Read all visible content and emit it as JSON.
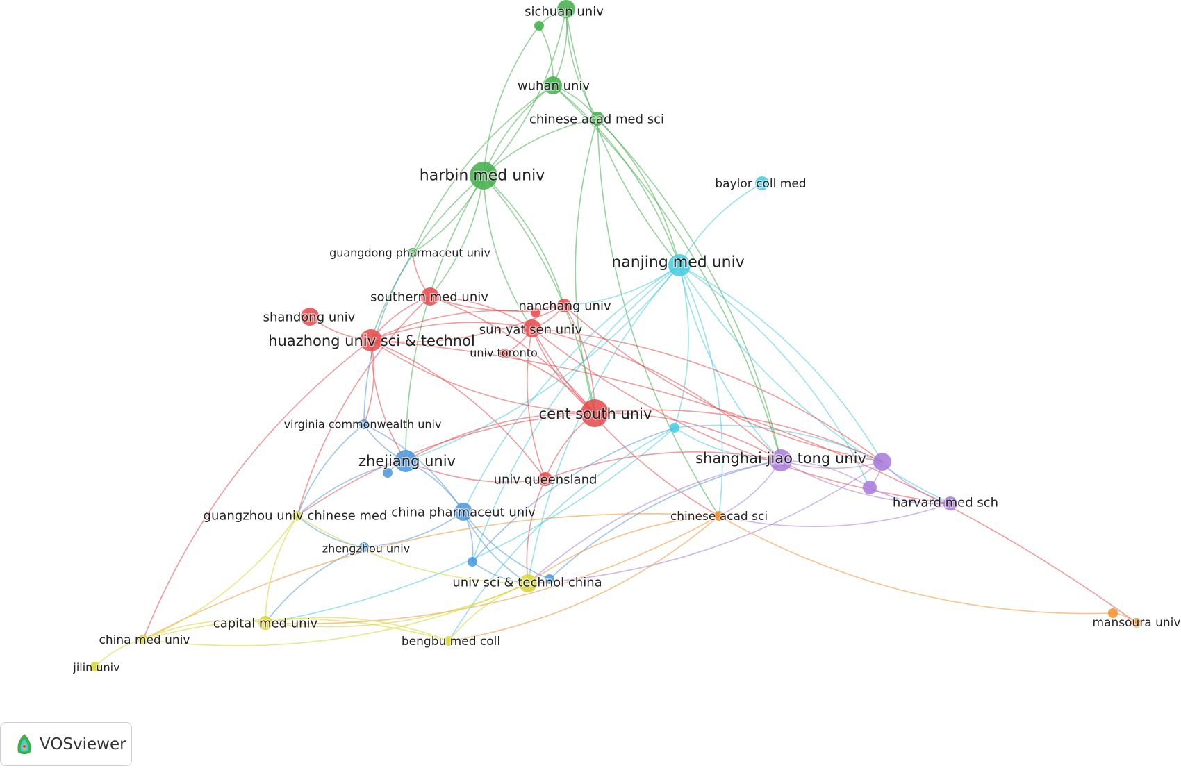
{
  "legend": {
    "logo_text": "VOSviewer"
  },
  "colors": {
    "red": "#e8474a",
    "green": "#3fae48",
    "blue": "#4b96db",
    "cyan": "#46cbe0",
    "purple": "#a779dc",
    "yellow": "#d6d628",
    "orange": "#f28f2c"
  },
  "nodes": [
    {
      "id": "sichuan",
      "label": "sichuan univ",
      "cluster": "green",
      "weight": 2
    },
    {
      "id": "green_small",
      "label": "",
      "cluster": "green",
      "weight": 0
    },
    {
      "id": "wuhan",
      "label": "wuhan univ",
      "cluster": "green",
      "weight": 2
    },
    {
      "id": "chinese_acad_med",
      "label": "chinese acad med sci",
      "cluster": "green",
      "weight": 1
    },
    {
      "id": "harbin",
      "label": "harbin med univ",
      "cluster": "green",
      "weight": 4
    },
    {
      "id": "guangdong_pharm",
      "label": "guangdong pharmaceut univ",
      "cluster": "green",
      "weight": 0
    },
    {
      "id": "baylor",
      "label": "baylor coll med",
      "cluster": "cyan",
      "weight": 1
    },
    {
      "id": "nanjing",
      "label": "nanjing med univ",
      "cluster": "cyan",
      "weight": 3
    },
    {
      "id": "cyan_small",
      "label": "",
      "cluster": "cyan",
      "weight": 0
    },
    {
      "id": "southern_med",
      "label": "southern med univ",
      "cluster": "red",
      "weight": 2
    },
    {
      "id": "shandong",
      "label": "shandong univ",
      "cluster": "red",
      "weight": 2
    },
    {
      "id": "nanchang",
      "label": "nanchang univ",
      "cluster": "red",
      "weight": 1
    },
    {
      "id": "red_small",
      "label": "",
      "cluster": "red",
      "weight": 0
    },
    {
      "id": "sun_yat_sen",
      "label": "sun yat sen univ",
      "cluster": "red",
      "weight": 2
    },
    {
      "id": "huazhong",
      "label": "huazhong univ sci & technol",
      "cluster": "red",
      "weight": 3
    },
    {
      "id": "toronto",
      "label": "univ toronto",
      "cluster": "red",
      "weight": 0
    },
    {
      "id": "cent_south",
      "label": "cent south univ",
      "cluster": "red",
      "weight": 4
    },
    {
      "id": "queensland",
      "label": "univ queensland",
      "cluster": "red",
      "weight": 1
    },
    {
      "id": "virginia",
      "label": "virginia commonwealth univ",
      "cluster": "blue",
      "weight": 0
    },
    {
      "id": "zhejiang",
      "label": "zhejiang univ",
      "cluster": "blue",
      "weight": 3
    },
    {
      "id": "blue_small_a",
      "label": "",
      "cluster": "blue",
      "weight": 0
    },
    {
      "id": "china_pharm",
      "label": "china pharmaceut univ",
      "cluster": "blue",
      "weight": 2
    },
    {
      "id": "zhengzhou",
      "label": "zhengzhou univ",
      "cluster": "blue",
      "weight": 0
    },
    {
      "id": "blue_small_b",
      "label": "",
      "cluster": "blue",
      "weight": 0
    },
    {
      "id": "blue_small_c",
      "label": "",
      "cluster": "blue",
      "weight": 0
    },
    {
      "id": "shanghai",
      "label": "shanghai jiao tong univ",
      "cluster": "purple",
      "weight": 3
    },
    {
      "id": "purple_big",
      "label": "",
      "cluster": "purple",
      "weight": 2
    },
    {
      "id": "purple_small",
      "label": "",
      "cluster": "purple",
      "weight": 1
    },
    {
      "id": "harvard",
      "label": "harvard med sch",
      "cluster": "purple",
      "weight": 1
    },
    {
      "id": "chinese_acad_sci",
      "label": "chinese acad sci",
      "cluster": "orange",
      "weight": 0
    },
    {
      "id": "orange_small",
      "label": "",
      "cluster": "orange",
      "weight": 0
    },
    {
      "id": "mansoura",
      "label": "mansoura univ",
      "cluster": "orange",
      "weight": 0
    },
    {
      "id": "guangzhou_cm",
      "label": "guangzhou univ chinese med",
      "cluster": "yellow",
      "weight": 0
    },
    {
      "id": "ustc",
      "label": "univ sci & technol china",
      "cluster": "yellow",
      "weight": 2
    },
    {
      "id": "capital",
      "label": "capital med univ",
      "cluster": "yellow",
      "weight": 1
    },
    {
      "id": "china_med",
      "label": "china med univ",
      "cluster": "yellow",
      "weight": 0
    },
    {
      "id": "bengbu",
      "label": "bengbu med coll",
      "cluster": "yellow",
      "weight": 0
    },
    {
      "id": "jilin",
      "label": "jilin univ",
      "cluster": "yellow",
      "weight": 0
    }
  ],
  "links": [
    [
      "sichuan",
      "green_small"
    ],
    [
      "sichuan",
      "wuhan"
    ],
    [
      "sichuan",
      "chinese_acad_med"
    ],
    [
      "sichuan",
      "harbin"
    ],
    [
      "sichuan",
      "nanjing"
    ],
    [
      "green_small",
      "wuhan"
    ],
    [
      "green_small",
      "harbin"
    ],
    [
      "wuhan",
      "chinese_acad_med"
    ],
    [
      "wuhan",
      "harbin"
    ],
    [
      "wuhan",
      "nanjing"
    ],
    [
      "wuhan",
      "guangdong_pharm"
    ],
    [
      "wuhan",
      "shanghai"
    ],
    [
      "chinese_acad_med",
      "harbin"
    ],
    [
      "chinese_acad_med",
      "nanjing"
    ],
    [
      "chinese_acad_med",
      "cent_south"
    ],
    [
      "chinese_acad_med",
      "shanghai"
    ],
    [
      "chinese_acad_med",
      "chinese_acad_sci"
    ],
    [
      "harbin",
      "guangdong_pharm"
    ],
    [
      "harbin",
      "huazhong"
    ],
    [
      "harbin",
      "southern_med"
    ],
    [
      "harbin",
      "sun_yat_sen"
    ],
    [
      "harbin",
      "nanchang"
    ],
    [
      "harbin",
      "zhejiang"
    ],
    [
      "harbin",
      "cent_south"
    ],
    [
      "baylor",
      "nanjing"
    ],
    [
      "nanjing",
      "cyan_small"
    ],
    [
      "nanjing",
      "shanghai"
    ],
    [
      "nanjing",
      "purple_big"
    ],
    [
      "nanjing",
      "harvard"
    ],
    [
      "nanjing",
      "zhejiang"
    ],
    [
      "nanjing",
      "china_pharm"
    ],
    [
      "nanjing",
      "chinese_acad_sci"
    ],
    [
      "nanjing",
      "ustc"
    ],
    [
      "nanjing",
      "nanchang"
    ],
    [
      "nanjing",
      "blue_small_b"
    ],
    [
      "nanjing",
      "purple_small"
    ],
    [
      "cyan_small",
      "shanghai"
    ],
    [
      "cyan_small",
      "capital"
    ],
    [
      "cyan_small",
      "bengbu"
    ],
    [
      "cyan_small",
      "purple_big"
    ],
    [
      "southern_med",
      "huazhong"
    ],
    [
      "southern_med",
      "sun_yat_sen"
    ],
    [
      "southern_med",
      "nanchang"
    ],
    [
      "southern_med",
      "cent_south"
    ],
    [
      "southern_med",
      "guangzhou_cm"
    ],
    [
      "southern_med",
      "guangdong_pharm"
    ],
    [
      "shandong",
      "huazhong"
    ],
    [
      "huazhong",
      "sun_yat_sen"
    ],
    [
      "huazhong",
      "nanchang"
    ],
    [
      "huazhong",
      "red_small"
    ],
    [
      "huazhong",
      "cent_south"
    ],
    [
      "huazhong",
      "queensland"
    ],
    [
      "huazhong",
      "china_med"
    ],
    [
      "huazhong",
      "virginia"
    ],
    [
      "huazhong",
      "zhejiang"
    ],
    [
      "huazhong",
      "mansoura"
    ],
    [
      "nanchang",
      "red_small"
    ],
    [
      "nanchang",
      "sun_yat_sen"
    ],
    [
      "nanchang",
      "purple_big"
    ],
    [
      "nanchang",
      "cent_south"
    ],
    [
      "sun_yat_sen",
      "cent_south"
    ],
    [
      "sun_yat_sen",
      "toronto"
    ],
    [
      "sun_yat_sen",
      "queensland"
    ],
    [
      "sun_yat_sen",
      "shanghai"
    ],
    [
      "sun_yat_sen",
      "chinese_acad_sci"
    ],
    [
      "sun_yat_sen",
      "purple_big"
    ],
    [
      "sun_yat_sen",
      "harvard"
    ],
    [
      "toronto",
      "cent_south"
    ],
    [
      "cent_south",
      "queensland"
    ],
    [
      "cent_south",
      "shanghai"
    ],
    [
      "cent_south",
      "zhejiang"
    ],
    [
      "cent_south",
      "purple_big"
    ],
    [
      "cent_south",
      "guangzhou_cm"
    ],
    [
      "queensland",
      "zhejiang"
    ],
    [
      "queensland",
      "ustc"
    ],
    [
      "queensland",
      "shanghai"
    ],
    [
      "virginia",
      "zhejiang"
    ],
    [
      "virginia",
      "guangdong_pharm"
    ],
    [
      "virginia",
      "guangzhou_cm"
    ],
    [
      "virginia",
      "china_pharm"
    ],
    [
      "zhejiang",
      "blue_small_a"
    ],
    [
      "zhejiang",
      "china_pharm"
    ],
    [
      "zhejiang",
      "guangzhou_cm"
    ],
    [
      "china_pharm",
      "blue_small_b"
    ],
    [
      "china_pharm",
      "blue_small_c"
    ],
    [
      "china_pharm",
      "zhengzhou"
    ],
    [
      "china_pharm",
      "ustc"
    ],
    [
      "zhengzhou",
      "guangzhou_cm"
    ],
    [
      "zhengzhou",
      "capital"
    ],
    [
      "blue_small_b",
      "cyan_small"
    ],
    [
      "blue_small_b",
      "ustc"
    ],
    [
      "blue_small_c",
      "shanghai"
    ],
    [
      "shanghai",
      "purple_big"
    ],
    [
      "shanghai",
      "purple_small"
    ],
    [
      "shanghai",
      "harvard"
    ],
    [
      "shanghai",
      "chinese_acad_sci"
    ],
    [
      "shanghai",
      "ustc"
    ],
    [
      "purple_big",
      "purple_small"
    ],
    [
      "purple_big",
      "harvard"
    ],
    [
      "purple_big",
      "ustc"
    ],
    [
      "purple_small",
      "harvard"
    ],
    [
      "harvard",
      "chinese_acad_sci"
    ],
    [
      "chinese_acad_sci",
      "ustc"
    ],
    [
      "chinese_acad_sci",
      "capital"
    ],
    [
      "chinese_acad_sci",
      "china_med"
    ],
    [
      "chinese_acad_sci",
      "bengbu"
    ],
    [
      "chinese_acad_sci",
      "orange_small"
    ],
    [
      "orange_small",
      "mansoura"
    ],
    [
      "guangzhou_cm",
      "capital"
    ],
    [
      "guangzhou_cm",
      "china_med"
    ],
    [
      "guangzhou_cm",
      "ustc"
    ],
    [
      "ustc",
      "capital"
    ],
    [
      "ustc",
      "bengbu"
    ],
    [
      "ustc",
      "china_med"
    ],
    [
      "capital",
      "china_med"
    ],
    [
      "capital",
      "bengbu"
    ],
    [
      "china_med",
      "jilin"
    ],
    [
      "china_med",
      "bengbu"
    ]
  ]
}
